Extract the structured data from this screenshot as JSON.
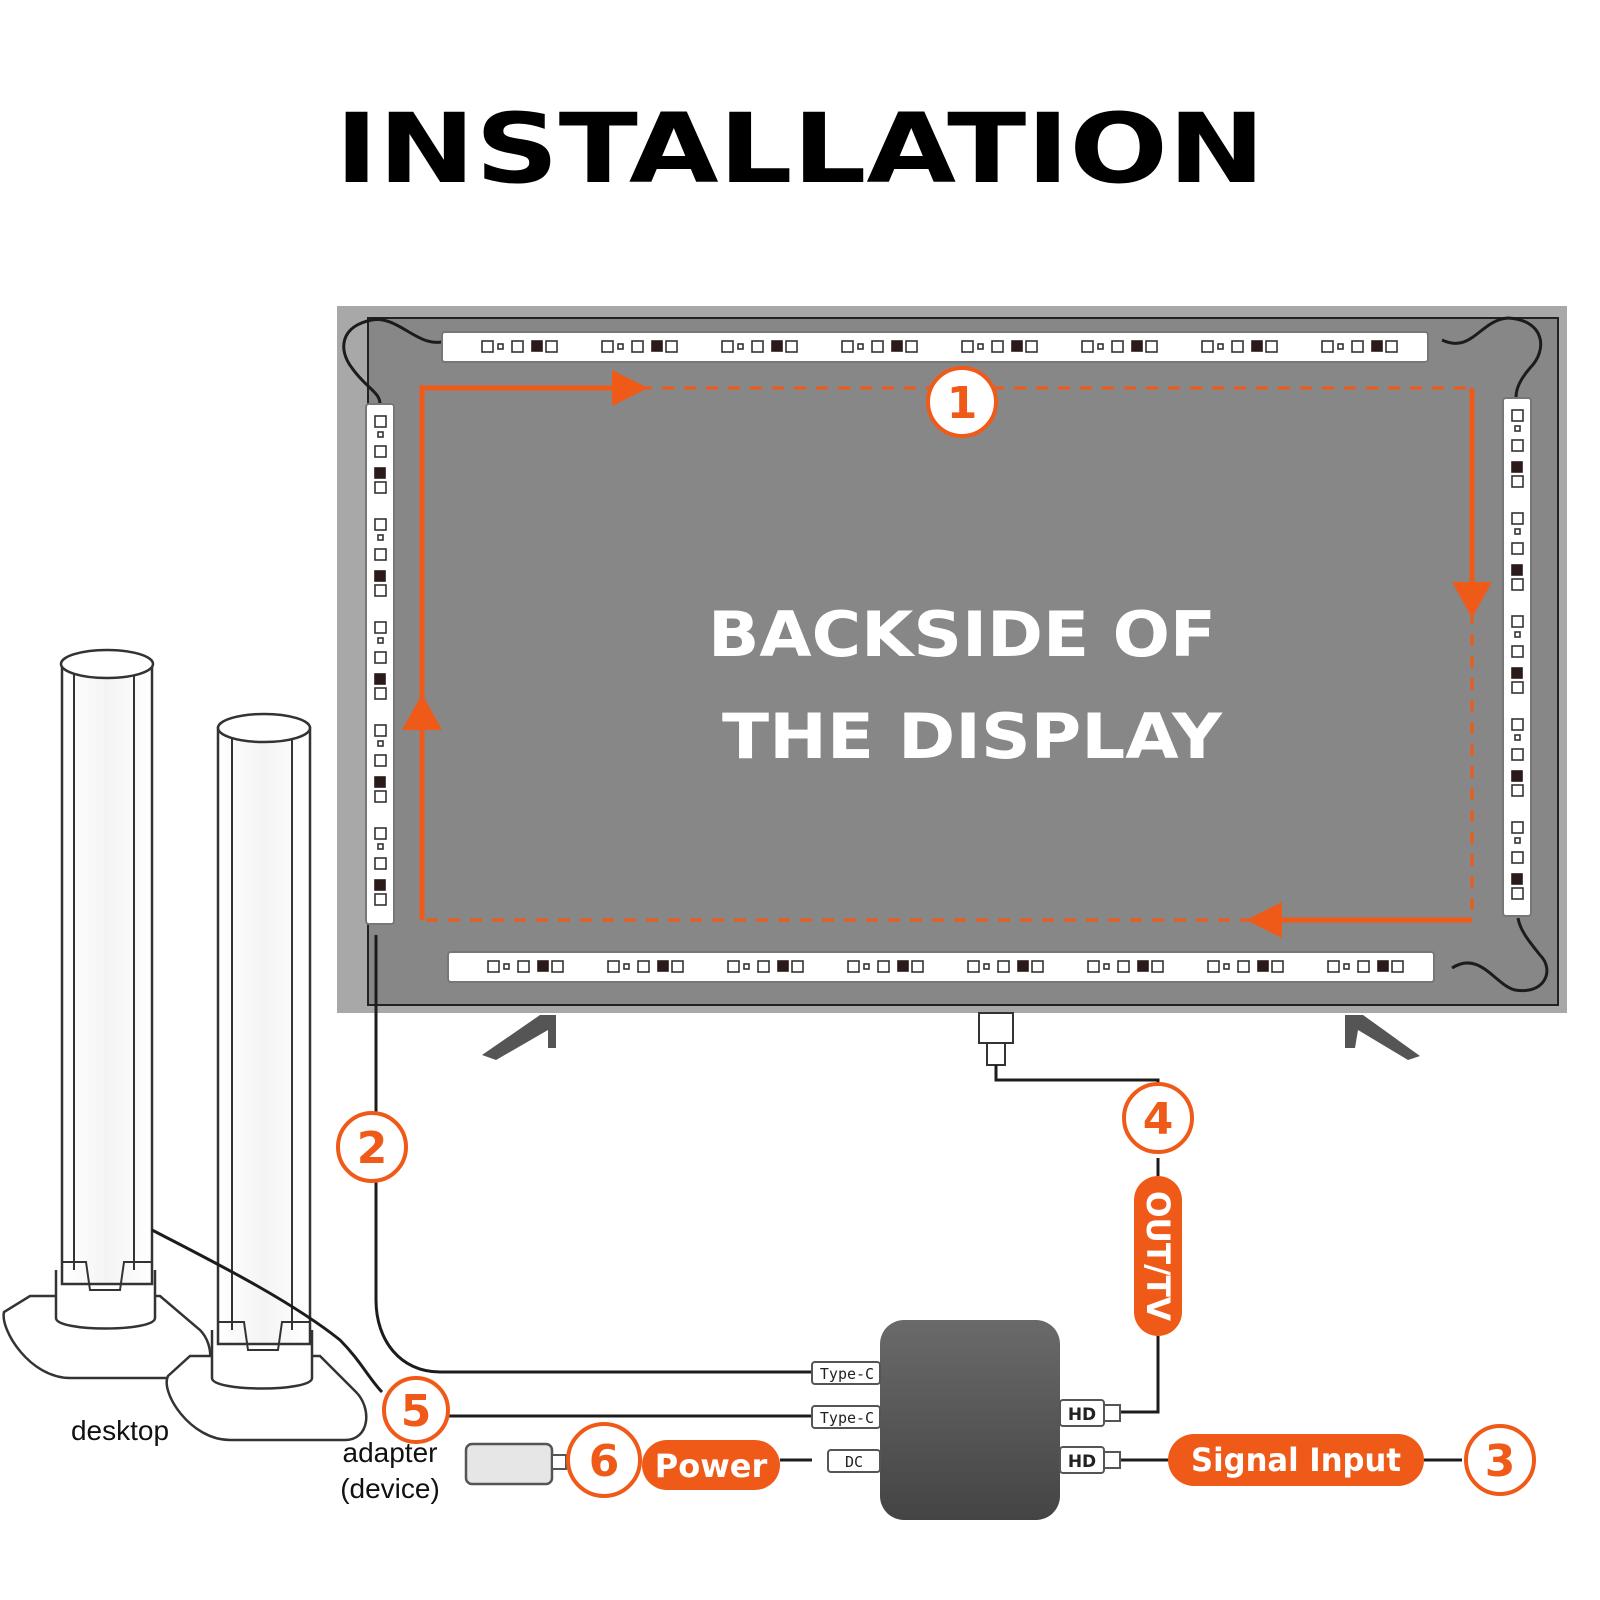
{
  "title": "INSTALLATION",
  "display": {
    "label_line1": "BACKSIDE OF",
    "label_line2": "THE DISPLAY"
  },
  "steps": {
    "s1": "1",
    "s2": "2",
    "s3": "3",
    "s4": "4",
    "s5": "5",
    "s6": "6"
  },
  "pills": {
    "power": "Power",
    "signal_input": "Signal Input",
    "out_tv": "OUT/TV"
  },
  "connectors": {
    "type_c_1": "Type-C",
    "type_c_2": "Type-C",
    "dc": "DC",
    "hd_out": "HD",
    "hd_in": "HD"
  },
  "labels": {
    "desktop": "desktop",
    "adapter_line1": "adapter",
    "adapter_line2": "(device)"
  },
  "colors": {
    "accent": "#f05a19",
    "panel": "#878787",
    "bezel": "#a8a8a8",
    "hub": "#555555"
  }
}
